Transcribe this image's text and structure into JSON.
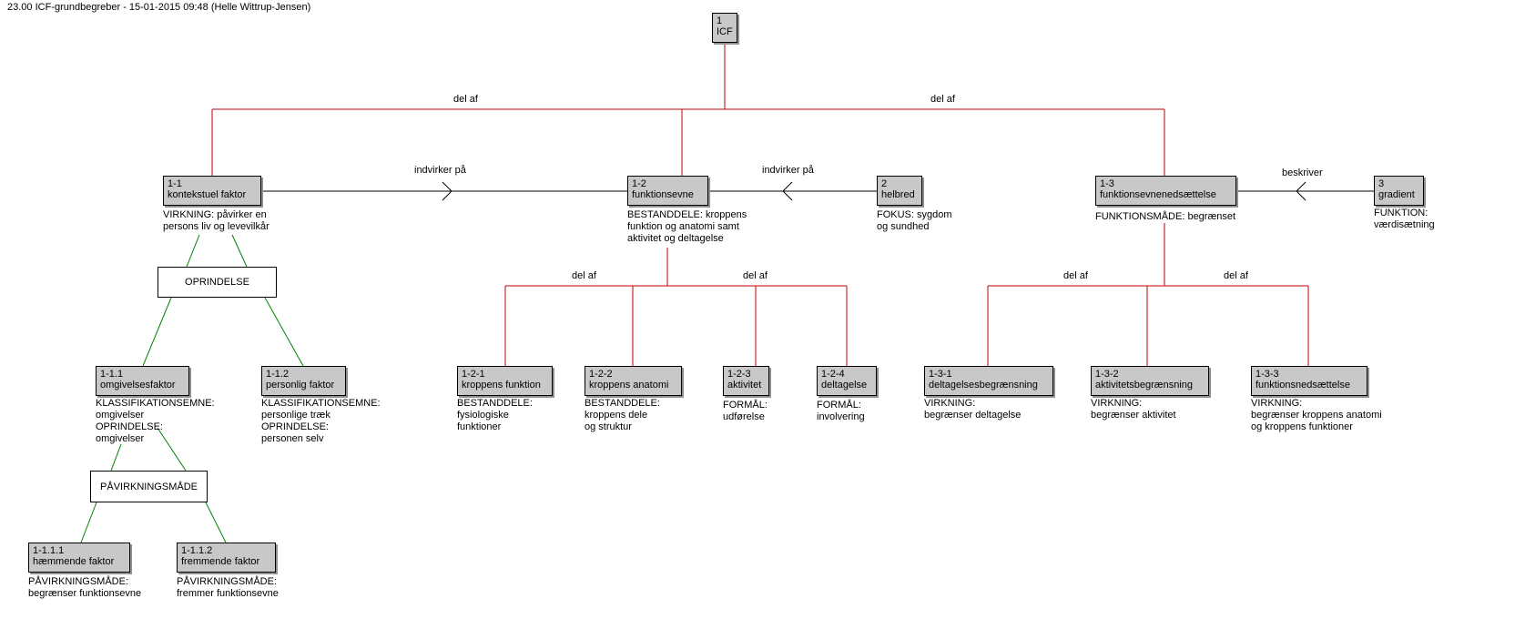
{
  "header": "23.00 ICF-grundbegreber - 15-01-2015 09:48 (Helle Wittrup-Jensen)",
  "colors": {
    "part_of": "#c00000",
    "association": "#000000",
    "classification": "#008000",
    "node_fill": "#c8c8c8"
  },
  "nodes": {
    "icf": {
      "num": "1",
      "name": "ICF"
    },
    "kontekstuel": {
      "num": "1-1",
      "name": "kontekstuel faktor",
      "attr": [
        "VIRKNING: påvirker en",
        "persons liv og levevilkår"
      ]
    },
    "funktionsevne": {
      "num": "1-2",
      "name": "funktionsevne",
      "attr": [
        "BESTANDDELE: kroppens",
        "funktion og anatomi samt",
        "aktivitet og deltagelse"
      ]
    },
    "helbred": {
      "num": "2",
      "name": "helbred",
      "attr": [
        "FOKUS: sygdom",
        "og sundhed"
      ]
    },
    "funktionsnedsaettelse": {
      "num": "1-3",
      "name": "funktionsevnenedsættelse",
      "attr": [
        "FUNKTIONSMÅDE: begrænset"
      ]
    },
    "gradient": {
      "num": "3",
      "name": "gradient",
      "attr": [
        "FUNKTION:",
        "værdisætning"
      ]
    },
    "omgivelsesfaktor": {
      "num": "1-1.1",
      "name": "omgivelsesfaktor",
      "attr": [
        "KLASSIFIKATIONSEMNE:",
        "omgivelser",
        "OPRINDELSE:",
        "omgivelser"
      ]
    },
    "personlig": {
      "num": "1-1.2",
      "name": "personlig faktor",
      "attr": [
        "KLASSIFIKATIONSEMNE:",
        "personlige træk",
        "OPRINDELSE:",
        "personen selv"
      ]
    },
    "haemmende": {
      "num": "1-1.1.1",
      "name": "hæmmende faktor",
      "attr": [
        "PÅVIRKNINGSMÅDE:",
        "begrænser funktionsevne"
      ]
    },
    "fremmende": {
      "num": "1-1.1.2",
      "name": "fremmende faktor",
      "attr": [
        "PÅVIRKNINGSMÅDE:",
        "fremmer funktionsevne"
      ]
    },
    "kroppens_funktion": {
      "num": "1-2-1",
      "name": "kroppens funktion",
      "attr": [
        "BESTANDDELE:",
        "fysiologiske",
        "funktioner"
      ]
    },
    "kroppens_anatomi": {
      "num": "1-2-2",
      "name": "kroppens anatomi",
      "attr": [
        "BESTANDDELE:",
        "kroppens dele",
        "og struktur"
      ]
    },
    "aktivitet": {
      "num": "1-2-3",
      "name": "aktivitet",
      "attr": [
        "FORMÅL:",
        "udførelse"
      ]
    },
    "deltagelse": {
      "num": "1-2-4",
      "name": "deltagelse",
      "attr": [
        "FORMÅL:",
        "involvering"
      ]
    },
    "deltagelsesbegr": {
      "num": "1-3-1",
      "name": "deltagelsesbegrænsning",
      "attr": [
        "VIRKNING:",
        "begrænser deltagelse"
      ]
    },
    "aktivitetsbegr": {
      "num": "1-3-2",
      "name": "aktivitetsbegrænsning",
      "attr": [
        "VIRKNING:",
        "begrænser aktivitet"
      ]
    },
    "funktionsneds": {
      "num": "1-3-3",
      "name": "funktionsnedsættelse",
      "attr": [
        "VIRKNING:",
        "begrænser kroppens anatomi",
        "og kroppens funktioner"
      ]
    }
  },
  "boxes": {
    "oprindelse": "OPRINDELSE",
    "paavirkningsmaade": "PÅVIRKNINGSMÅDE"
  },
  "labels": {
    "del_af_left": "del af",
    "del_af_right": "del af",
    "indvirker1": "indvirker på",
    "indvirker2": "indvirker på",
    "beskriver": "beskriver",
    "del_af_12a": "del af",
    "del_af_12b": "del af",
    "del_af_13a": "del af",
    "del_af_13b": "del af"
  }
}
